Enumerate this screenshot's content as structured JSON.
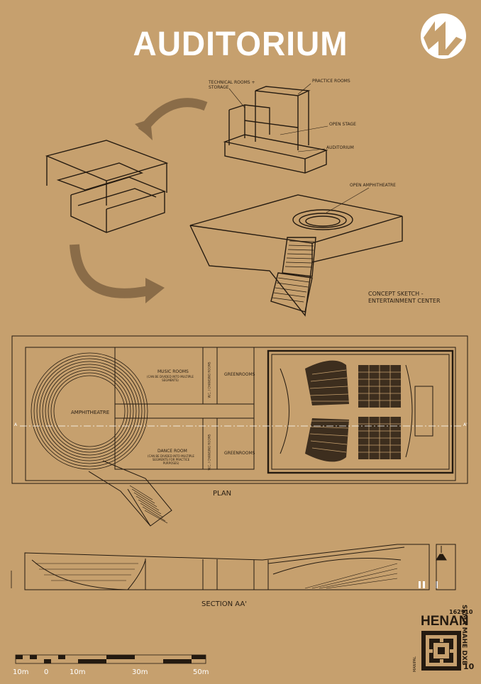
{
  "header": {
    "title": "AUDITORIUM",
    "logo_icon": "nv-monogram-logo-icon"
  },
  "concept_labels": {
    "technical_rooms": "TECHNICAL ROOMS + STORAGE",
    "practice_rooms": "PRACTICE ROOMS",
    "open_stage": "OPEN STAGE",
    "auditorium": "AUDITORIUM",
    "open_amphitheatre": "OPEN AMPHITHEATRE",
    "concept_sketch": "CONCEPT SKETCH - ENTERTAINMENT CENTER"
  },
  "plan": {
    "amphitheatre": "AMPHITHEATRE",
    "music_rooms": "MUSIC ROOMS",
    "music_rooms_note": "(CAN BE DIVIDED INTO MULTIPLE SEGMENTS)",
    "dance_room": "DANCE ROOM",
    "dance_room_note": "(CAN BE DIVIDED INTO MULTIPLE SEGMENTS FOR PRACTICE PURPOSES)",
    "wc_top": "W.C. / CHANGING ROOMS",
    "wc_bottom": "W.C. / CHANGING ROOMS",
    "greenrooms_top": "GREENROOMS",
    "greenrooms_bottom": "GREENROOMS",
    "section_marker_left": "A",
    "section_marker_right": "A'",
    "caption": "PLAN"
  },
  "section": {
    "caption": "SECTION AA'"
  },
  "scale_bar": {
    "labels": [
      "10m",
      "0",
      "10m",
      "30m",
      "50m"
    ]
  },
  "sheet_stamp": {
    "id": "162910",
    "name": "HENAN",
    "vertical_text": "SEMA MAHE DXB",
    "sheet_no": "10",
    "stamp_icon": "maze-seal-icon",
    "university": "MANIPAL"
  },
  "colors": {
    "background": "#c6a06e",
    "ink": "#241a10",
    "arrow": "#8a6c48",
    "title": "#ffffff"
  }
}
